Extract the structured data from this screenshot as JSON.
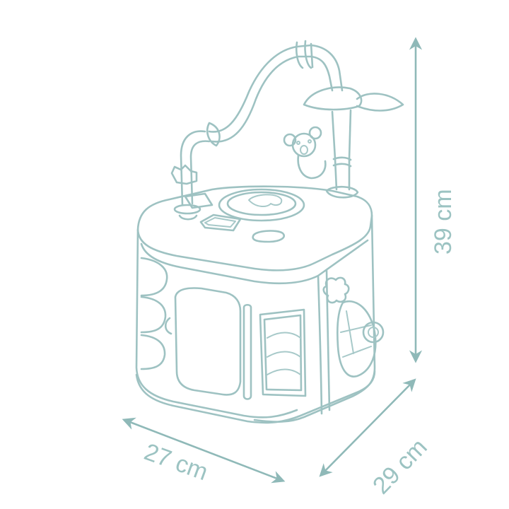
{
  "diagram": {
    "subject": "Toy activity cube with sink, faucet and side features (line drawing)",
    "line_color": "#9ec2c2",
    "dimensions": {
      "height": {
        "label": "39 cm",
        "value": 39,
        "unit": "cm",
        "orientation": "vertical"
      },
      "width": {
        "label": "27 cm",
        "value": 27,
        "unit": "cm",
        "orientation": "diagonal-left"
      },
      "depth": {
        "label": "29 cm",
        "value": 29,
        "unit": "cm",
        "orientation": "diagonal-right"
      }
    }
  }
}
